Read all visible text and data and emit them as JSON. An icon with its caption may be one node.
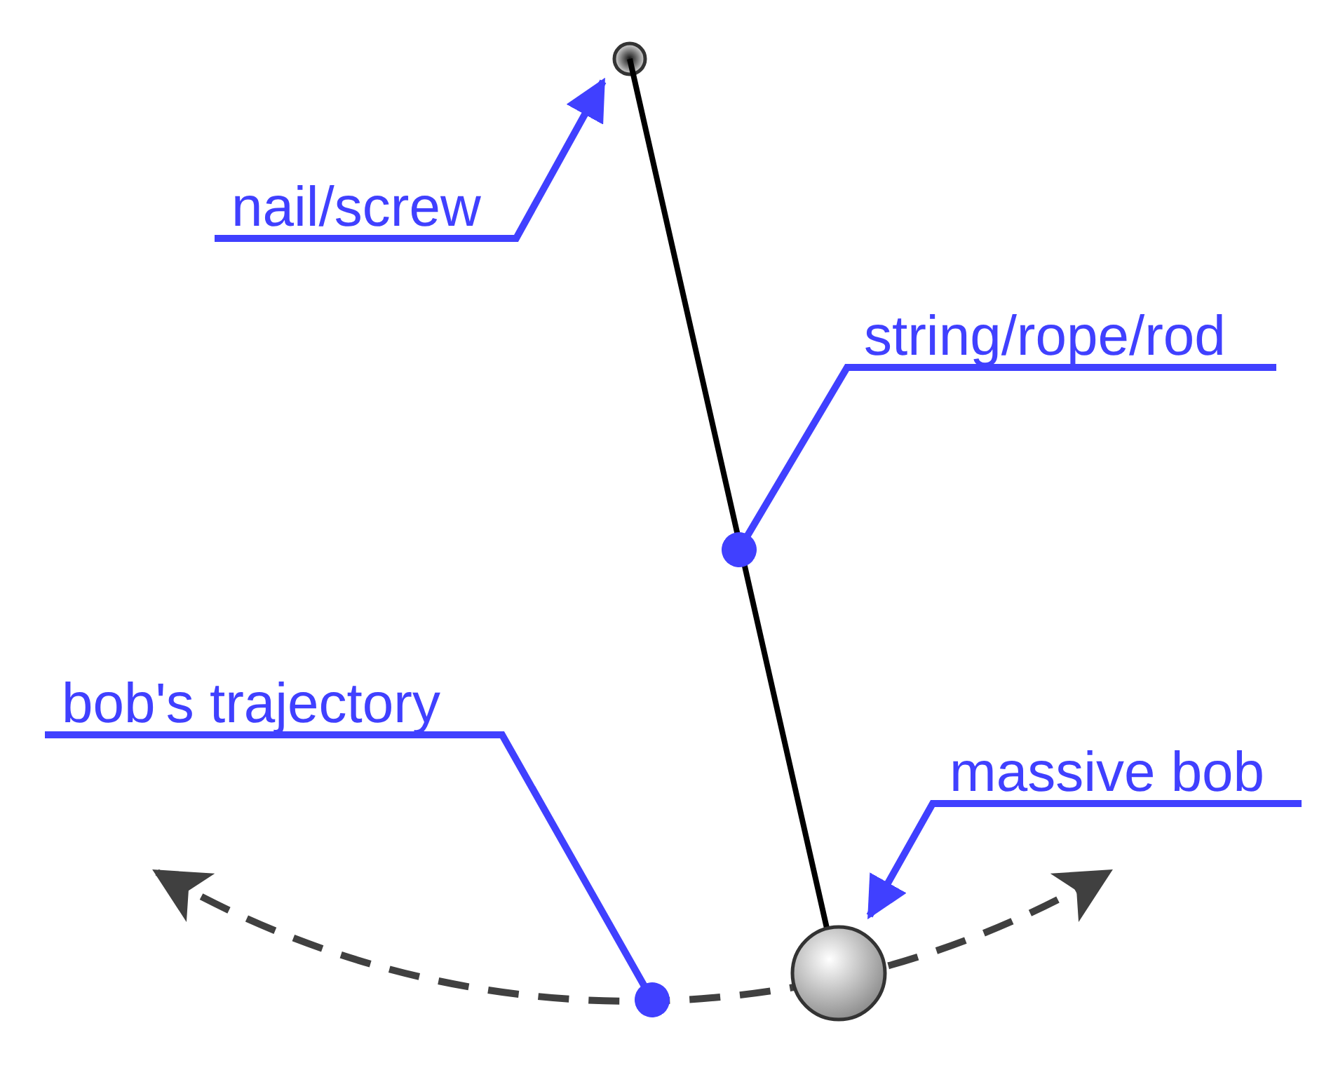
{
  "diagram": {
    "nodes": [
      {
        "text": [
          "nail/screw"
        ]
      },
      {
        "text": [],
        "shape": "circle"
      },
      {
        "text": [
          "string/rope/rod"
        ]
      },
      {
        "text": [],
        "shape": "line"
      },
      {
        "text": [
          "bob's trajectory"
        ]
      },
      {
        "text": [],
        "shape": "arc"
      },
      {
        "text": [
          "massive bob"
        ]
      },
      {
        "text": [],
        "shape": "circle"
      }
    ],
    "edges": [
      {
        "from": 0,
        "to": 1,
        "arrow": "to"
      },
      {
        "from": 2,
        "to": 3,
        "arrow": "other"
      },
      {
        "from": 4,
        "to": 5,
        "arrow": "other"
      },
      {
        "from": 6,
        "to": 7,
        "arrow": "to"
      }
    ]
  }
}
